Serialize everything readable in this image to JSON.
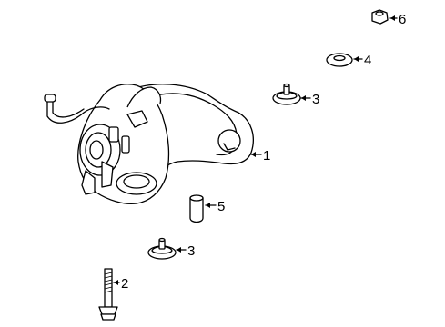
{
  "callouts": [
    {
      "number": "1",
      "part": "carrier-housing"
    },
    {
      "number": "2",
      "part": "bolt"
    },
    {
      "number": "3",
      "part": "upper-insulator"
    },
    {
      "number": "3",
      "part": "lower-insulator"
    },
    {
      "number": "4",
      "part": "washer"
    },
    {
      "number": "5",
      "part": "spacer-sleeve"
    },
    {
      "number": "6",
      "part": "nut"
    }
  ]
}
